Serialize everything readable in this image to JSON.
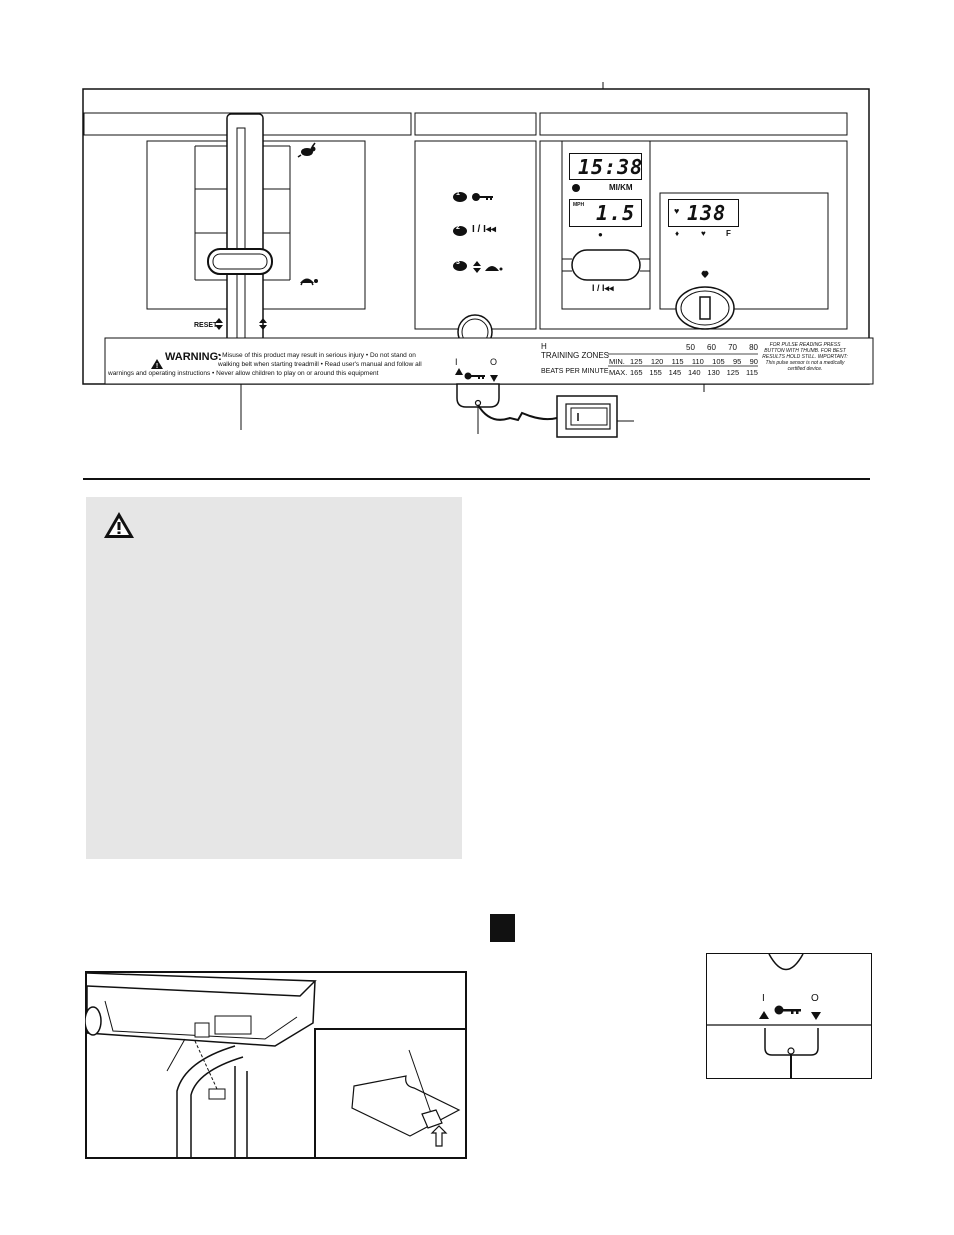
{
  "console": {
    "reset_label": "RESET",
    "warning_title": "WARNING:",
    "warning_lines": [
      "• Misuse of this product may result in serious injury • Do not stand on",
      "walking belt when starting treadmill • Read user's manual and follow all",
      "warnings and operating instructions • Never allow children to play on or around this equipment"
    ],
    "key_marks": {
      "on": "I",
      "off": "O"
    },
    "buttons": {
      "b1": "1",
      "b2": "2",
      "b3": "3",
      "start_stop": "I / I◂◂"
    },
    "display": {
      "time": "15:38",
      "time_unit": "MI/KM",
      "speed_unit": "MPH",
      "speed": "1.5",
      "pulse": "138",
      "pulse_scale_left": "F",
      "start_stop_label": "I / I◂◂"
    },
    "zones": {
      "header_partial": "H",
      "title": "TRAINING ZONES",
      "subtitle": "BEATS PER MINUTE",
      "percents": [
        "50",
        "60",
        "70",
        "80"
      ],
      "min_label": "MIN.",
      "max_label": "MAX.",
      "min": [
        "125",
        "120",
        "115",
        "110",
        "105",
        "95",
        "90"
      ],
      "max": [
        "165",
        "155",
        "145",
        "140",
        "130",
        "125",
        "115"
      ]
    },
    "pulse_note": "FOR PULSE READING PRESS BUTTON WITH THUMB. FOR BEST RESULTS HOLD STILL. IMPORTANT: This pulse sensor is not a medically certified device."
  },
  "step": {
    "number": ""
  },
  "inset": {
    "key_on": "I",
    "key_off": "O"
  },
  "icons": [
    "hare-icon",
    "tortoise-icon",
    "key-icon",
    "clock-icon",
    "heart-icon",
    "warning-triangle-icon",
    "up-down-arrows-icon"
  ]
}
